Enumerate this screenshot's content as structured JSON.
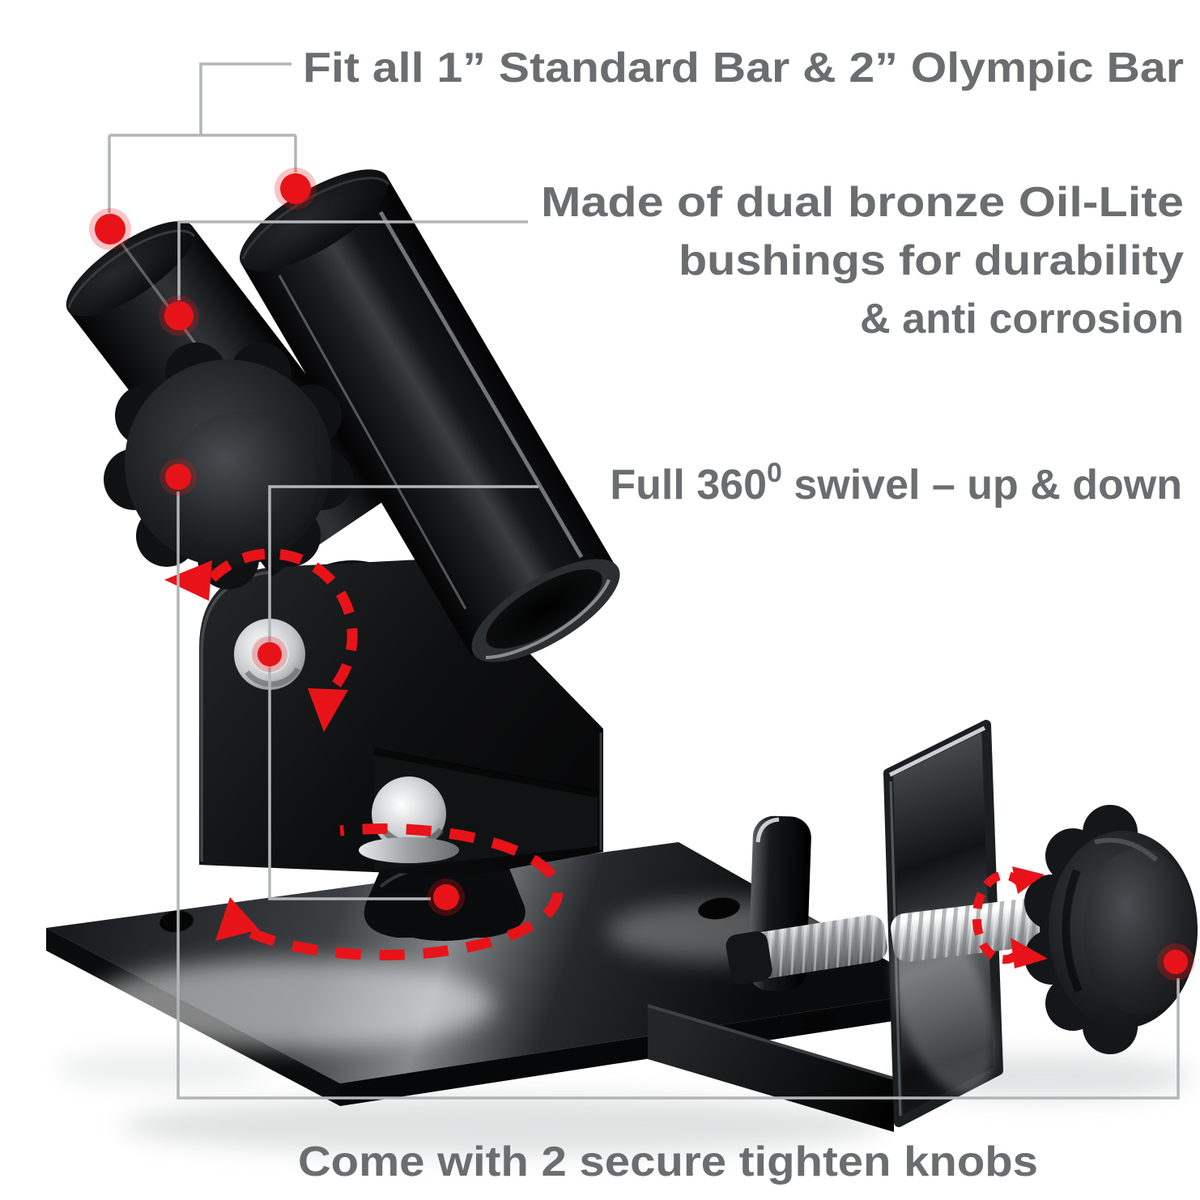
{
  "annotations": {
    "fit_bars": "Fit all 1” Standard Bar & 2” Olympic Bar",
    "bushings": [
      "Made of dual bronze Oil-Lite",
      "bushings for durability",
      "& anti corrosion"
    ],
    "swivel": {
      "prefix": "Full 360",
      "superscript": "0",
      "suffix": " swivel – up & down"
    },
    "knobs": "Come with 2 secure tighten knobs"
  },
  "markers": {
    "dots": [
      "standard-bar-tube",
      "olympic-bar-tube",
      "bushing-junction",
      "swivel-tighten-knob",
      "pivot-bolt",
      "base-swivel",
      "clamp-tighten-knob"
    ]
  },
  "colors": {
    "text": "#6b6e70",
    "callout_line": "#b2b5b7",
    "marker_red": "#e81319",
    "background": "#ffffff"
  }
}
